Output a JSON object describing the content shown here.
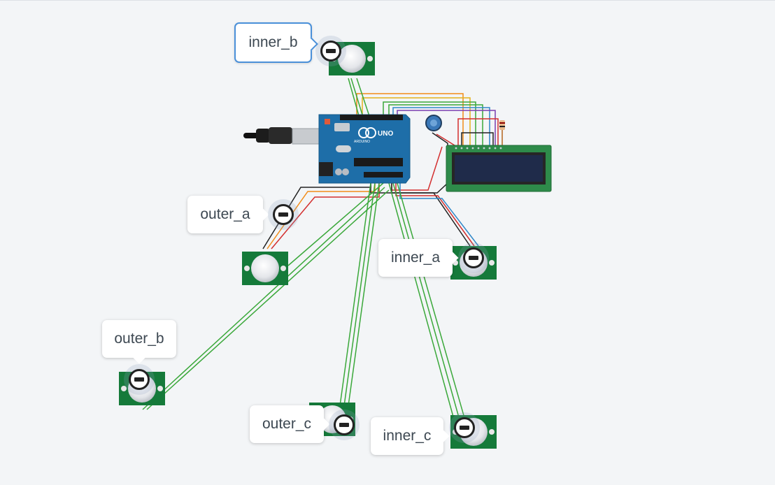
{
  "sensors": {
    "inner_b": "inner_b",
    "outer_a": "outer_a",
    "inner_a": "inner_a",
    "outer_b": "outer_b",
    "outer_c": "outer_c",
    "inner_c": "inner_c"
  },
  "board": {
    "logo": "UNO",
    "brand": "ARDUINO"
  },
  "colors": {
    "board": "#1e6ea8",
    "pcb": "#157a3a",
    "lcd_frame": "#2e8b4a",
    "lcd_screen": "#1f2b4a",
    "wire_green": "#3aa83a",
    "wire_red": "#d32f2f",
    "wire_black": "#222222",
    "wire_orange": "#f28c18",
    "wire_yellow": "#e3b21c",
    "wire_blue": "#2f87c8",
    "wire_purple": "#7a3fb0",
    "selection": "#4a90d9"
  }
}
